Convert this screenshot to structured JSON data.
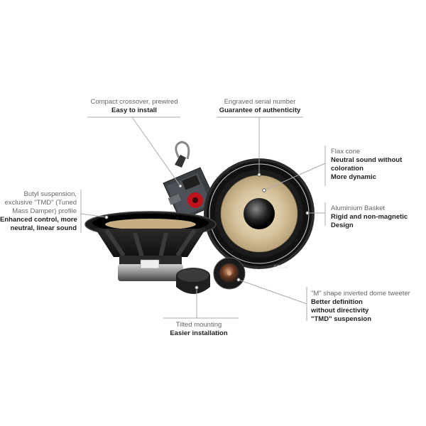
{
  "callouts": {
    "crossover": {
      "line1": "Compact crossover, prewired",
      "line2": "Easy to install"
    },
    "serial": {
      "line1": "Engraved serial number",
      "line2": "Guarantee of authenticity"
    },
    "flax": {
      "line1": "Flax cone",
      "line2": "Neutral sound without",
      "line3": "coloration",
      "line4": "More dynamic"
    },
    "butyl": {
      "line1": "Butyl suspension,",
      "line2": "exclusive \"TMD\" (Tuned",
      "line3": "Mass Damper) profile",
      "line4": "Enhanced control, more",
      "line5": "neutral, linear sound"
    },
    "basket": {
      "line1": "Aluminium Basket",
      "line2": "Rigid and non-magnetic",
      "line3": "Design"
    },
    "tweeter": {
      "line1": "\"M\" shape inverted dome tweeter",
      "line2": "Better definition",
      "line3": "without directivity",
      "line4": "\"TMD\" suspension"
    },
    "tilted": {
      "line1": "Tilted mounting",
      "line2": "Easier installation"
    }
  },
  "brand": {
    "logo_text": "FOCAL"
  },
  "colors": {
    "line": "#aaaaaa",
    "bold_text": "#222222",
    "light_text": "#666666",
    "cone": "#d9c8a5",
    "crossover_red": "#c0121a"
  }
}
